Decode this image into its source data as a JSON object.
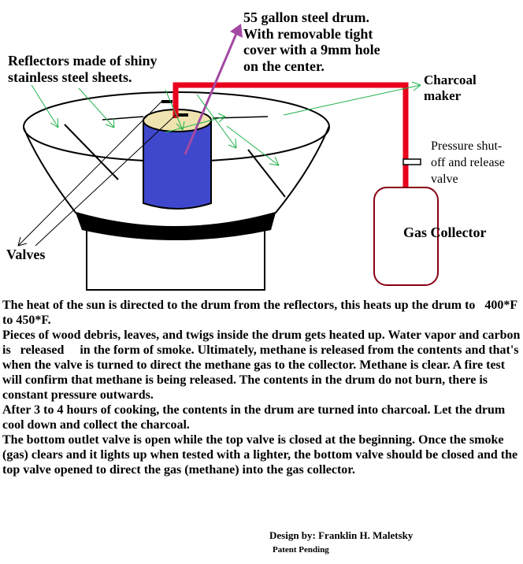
{
  "labels": {
    "drum": "55 gallon steel drum.\nWith removable tight\ncover with a 9mm hole\non the center.",
    "reflectors": "Reflectors made of shiny\nstainless steel sheets.",
    "charcoal_maker": "Charcoal\nmaker",
    "pressure_valve": "Pressure shut-\noff and release\nvalve",
    "gas_collector": "Gas Collector",
    "valves": "Valves"
  },
  "description": [
    "The heat of the sun is directed to the drum from the reflectors, this heats up the drum to   400*F to 450*F.",
    "Pieces of wood debris, leaves, and twigs inside the drum gets heated up. Water vapor and carbon is   released     in the form of smoke. Ultimately, methane is released from the contents and that's when the valve is turned to direct the methane gas to the collector. Methane is clear. A fire test will confirm that methane is being released. The contents in the drum do not burn, there is constant pressure outwards.",
    "After 3 to 4 hours of cooking, the contents in the drum are turned into charcoal. Let the drum cool down and collect the charcoal.",
    "The bottom outlet valve is open while the top valve is closed at the beginning. Once the smoke (gas) clears and it lights up when tested with a lighter, the bottom valve should be closed and the top valve opened to direct the gas (methane) into the gas collector."
  ],
  "credit": {
    "designer": "Design by: Franklin H. Maletsky",
    "patent": "Patent Pending"
  },
  "colors": {
    "pipe": "#e8001c",
    "drum": "#3f48cc",
    "drum_top": "#efe4b0",
    "arrow_purple": "#a349a4",
    "arrow_green": "#22b14c",
    "collector": "#880015",
    "dish_base": "#000000"
  }
}
